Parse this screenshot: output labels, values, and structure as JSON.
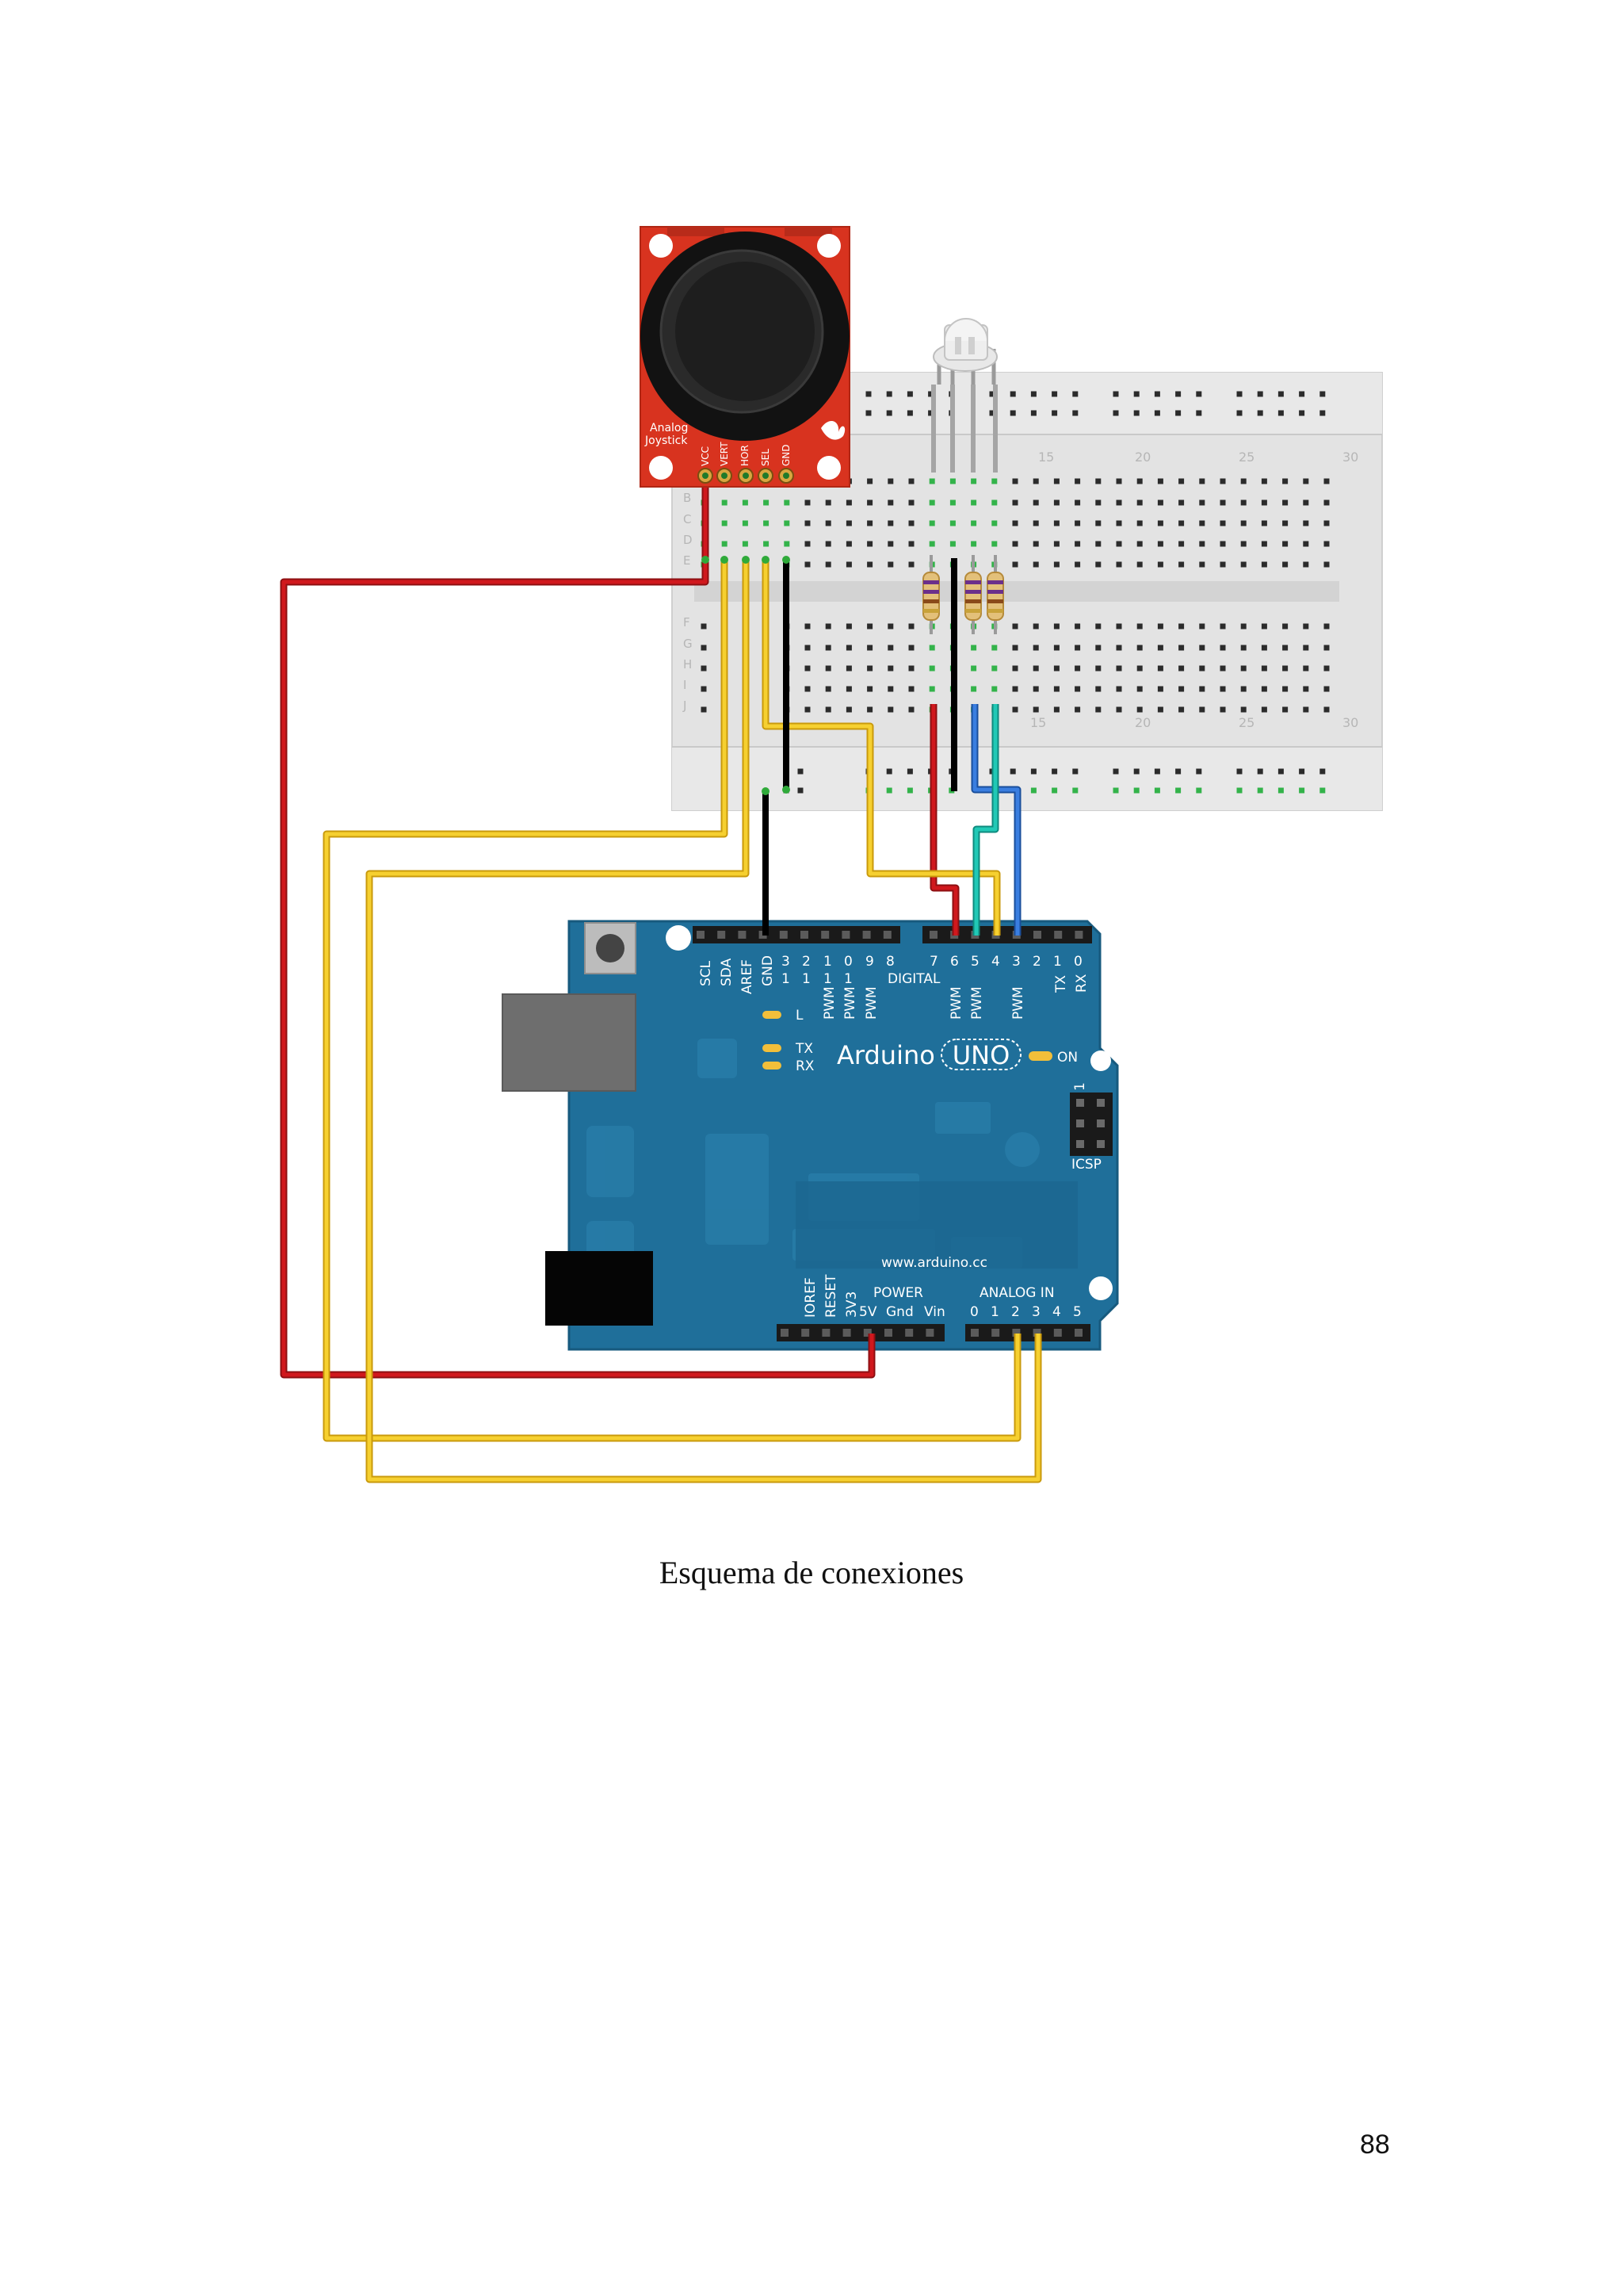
{
  "caption": "Esquema de conexiones",
  "page_number": "88",
  "joystick": {
    "label_line1": "Analog",
    "label_line2": "Joystick",
    "pins": [
      "VCC",
      "VERT",
      "HOR",
      "SEL",
      "GND"
    ]
  },
  "breadboard": {
    "column_numbers": [
      "15",
      "20",
      "25",
      "30"
    ],
    "rows_top": [
      "B",
      "C",
      "D",
      "E"
    ],
    "rows_bottom": [
      "F",
      "G",
      "H",
      "I",
      "J"
    ]
  },
  "arduino": {
    "brand": "Arduino",
    "model": "UNO",
    "website": "www.arduino.cc",
    "digital_label": "DIGITAL",
    "power_label": "POWER",
    "analog_label": "ANALOG IN",
    "led_l": "L",
    "led_tx": "TX",
    "led_rx": "RX",
    "led_on": "ON",
    "icsp": "ICSP",
    "icsp_pin1": "1",
    "vertical_labels": [
      "SCL",
      "SDA",
      "AREF",
      "GND"
    ],
    "digital_numbers": [
      "3",
      "2",
      "1",
      "0",
      "9",
      "8",
      "7",
      "6",
      "5",
      "4",
      "3",
      "2",
      "1",
      "0"
    ],
    "digital_tens": [
      "1",
      "1",
      "1",
      "1"
    ],
    "pwm": "PWM",
    "tx_rx": [
      "TX",
      "RX"
    ],
    "power_vertical": [
      "IOREF",
      "RESET",
      "3V3"
    ],
    "power_pins": [
      "5V",
      "Gnd",
      "Vin"
    ],
    "analog_pins": [
      "0",
      "1",
      "2",
      "3",
      "4",
      "5"
    ]
  },
  "colors": {
    "joystick_board": "#d8331f",
    "arduino_board": "#1f6f9a",
    "breadboard": "#e4e4e4",
    "wire_red": "#c8161b",
    "wire_yellow": "#f1c21b",
    "wire_black": "#1a1a1a",
    "wire_blue": "#2c6fd0",
    "wire_teal": "#18b9a8"
  }
}
